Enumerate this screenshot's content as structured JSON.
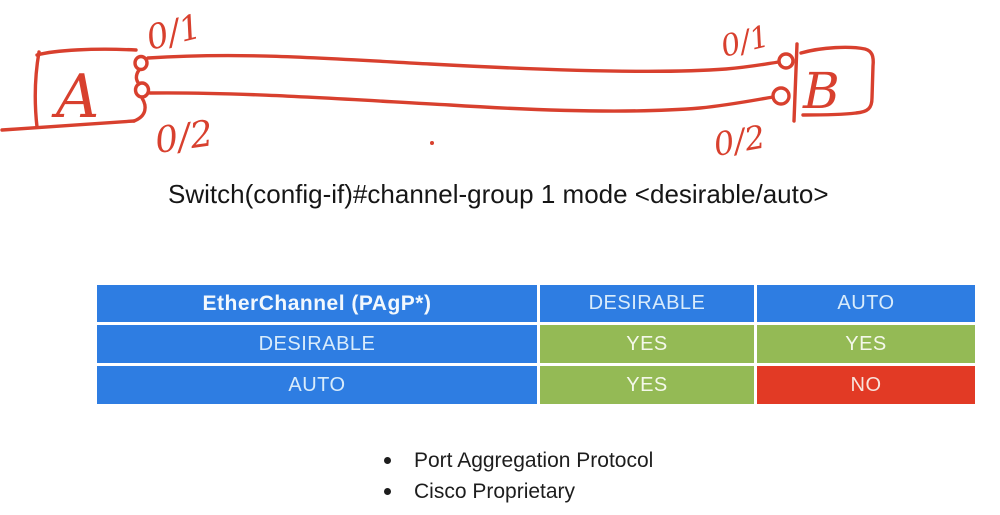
{
  "page": {
    "background": "#ffffff"
  },
  "diagram": {
    "ink_color": "#d8402e",
    "switch_a": "A",
    "switch_b": "B",
    "port_a_top": "0/1",
    "port_a_bottom": "0/2",
    "port_b_top": "0/1",
    "port_b_bottom": "0/2"
  },
  "command_line": {
    "text": "Switch(config-if)#channel-group 1 mode <desirable/auto>"
  },
  "table": {
    "colors": {
      "header_blue": "#2e7de2",
      "yes_green": "#94ba55",
      "no_red": "#e23a25"
    },
    "header": [
      "EtherChannel (PAgP*)",
      "DESIRABLE",
      "AUTO"
    ],
    "rows": [
      {
        "label": "DESIRABLE",
        "cells": [
          {
            "text": "YES",
            "status": "yes"
          },
          {
            "text": "YES",
            "status": "yes"
          }
        ]
      },
      {
        "label": "AUTO",
        "cells": [
          {
            "text": "YES",
            "status": "yes"
          },
          {
            "text": "NO",
            "status": "no"
          }
        ]
      }
    ]
  },
  "notes": {
    "items": [
      "Port Aggregation Protocol",
      "Cisco Proprietary"
    ]
  }
}
